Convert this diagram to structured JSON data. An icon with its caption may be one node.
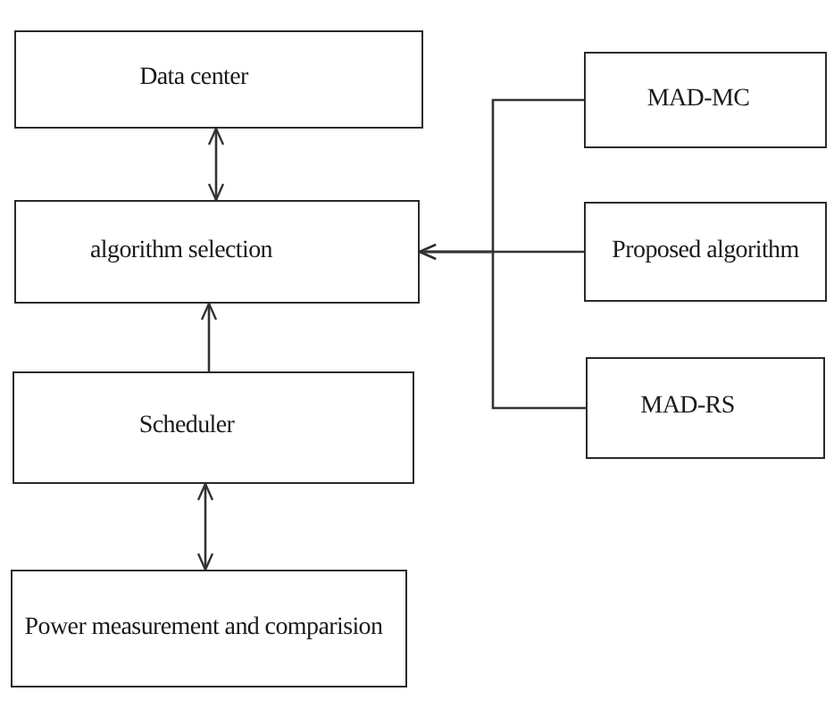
{
  "diagram": {
    "nodes": [
      {
        "text": [
          "Data center"
        ]
      },
      {
        "text": [
          "algorithm selection"
        ]
      },
      {
        "text": [
          "Scheduler"
        ]
      },
      {
        "text": [
          "Power measurement and comparision"
        ]
      },
      {
        "text": [
          "MAD-MC"
        ]
      },
      {
        "text": [
          "Proposed algorithm"
        ]
      },
      {
        "text": [
          "MAD-RS"
        ]
      }
    ],
    "edges": [
      {
        "from": 0,
        "to": 1,
        "arrow": "both"
      },
      {
        "from": 2,
        "to": 1,
        "arrow": "to"
      },
      {
        "from": 2,
        "to": 3,
        "arrow": "both"
      },
      {
        "from": 4,
        "to": 1,
        "arrow": "to"
      },
      {
        "from": 5,
        "to": 1,
        "arrow": "to"
      },
      {
        "from": 6,
        "to": 1,
        "arrow": "to"
      }
    ]
  }
}
